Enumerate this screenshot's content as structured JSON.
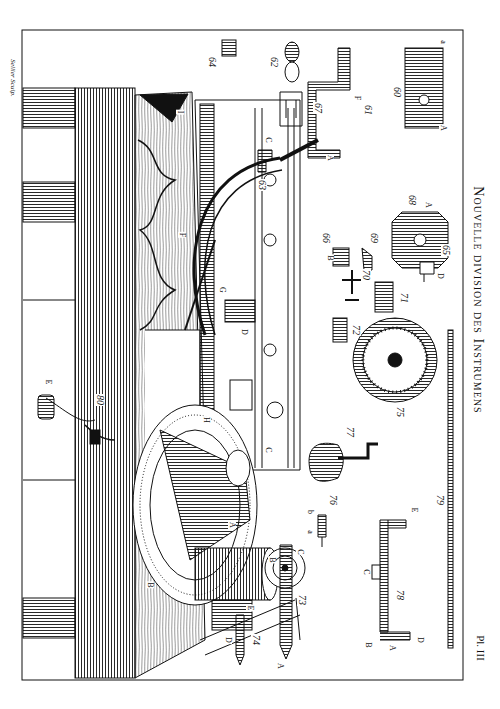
{
  "diagram": {
    "title": "Nouvelle division des Instrumens",
    "labels": [
      "Pl. III",
      "Sellier Sculp.",
      "60",
      "61",
      "62",
      "63",
      "64",
      "65",
      "66",
      "67",
      "68",
      "69",
      "70",
      "71",
      "72",
      "73",
      "74",
      "75",
      "76",
      "77",
      "78",
      "79",
      "80",
      "a",
      "A",
      "F",
      "A",
      "A",
      "D",
      "B",
      "C",
      "A",
      "B",
      "C",
      "D",
      "E",
      "F",
      "G",
      "H",
      "I",
      "E",
      "D",
      "A",
      "B",
      "C",
      "A",
      "B",
      "C",
      "E",
      "D",
      "a",
      "b"
    ]
  }
}
